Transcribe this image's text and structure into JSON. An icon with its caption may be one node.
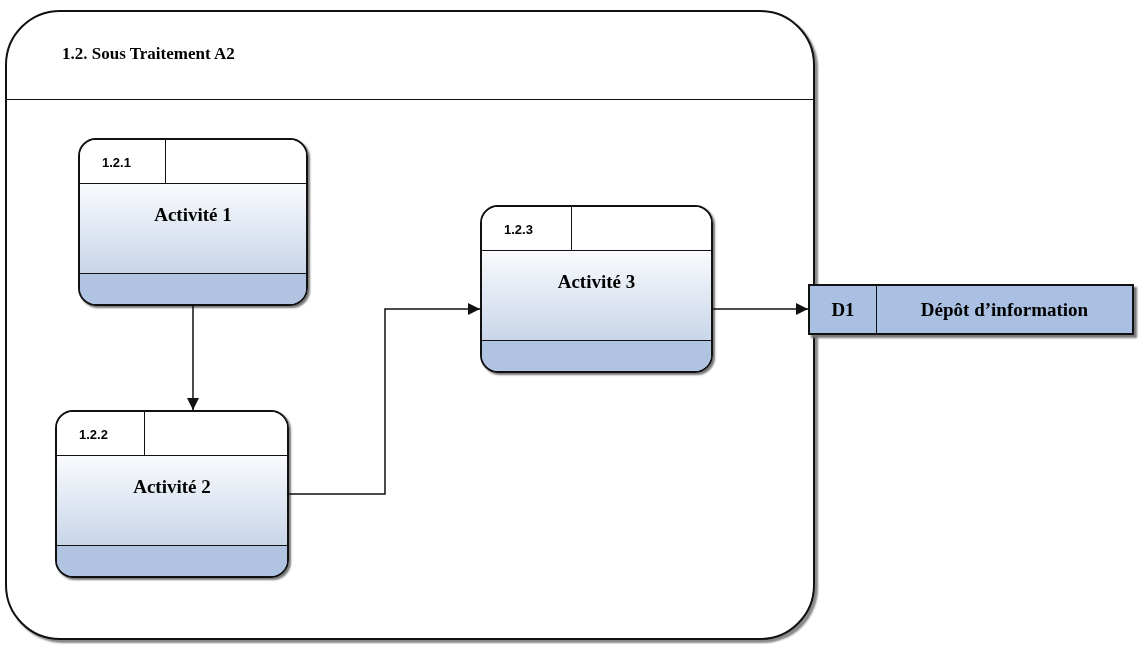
{
  "diagram": {
    "nodes": [
      {
        "text": [
          "1.2. Sous Traitement A2"
        ]
      },
      {
        "text": [
          "1.2.1",
          "Activité 1"
        ],
        "in": 0
      },
      {
        "text": [
          "1.2.2",
          "Activité 2"
        ],
        "in": 0
      },
      {
        "text": [
          "1.2.3",
          "Activité 3"
        ],
        "in": 0
      },
      {
        "text": [
          "D1",
          "Dépôt d’information"
        ]
      }
    ],
    "edges": [
      {
        "from": 1,
        "to": 2,
        "arrow": "to"
      },
      {
        "from": 2,
        "to": 3,
        "arrow": "to"
      },
      {
        "from": 3,
        "to": 4,
        "arrow": "to"
      }
    ]
  }
}
